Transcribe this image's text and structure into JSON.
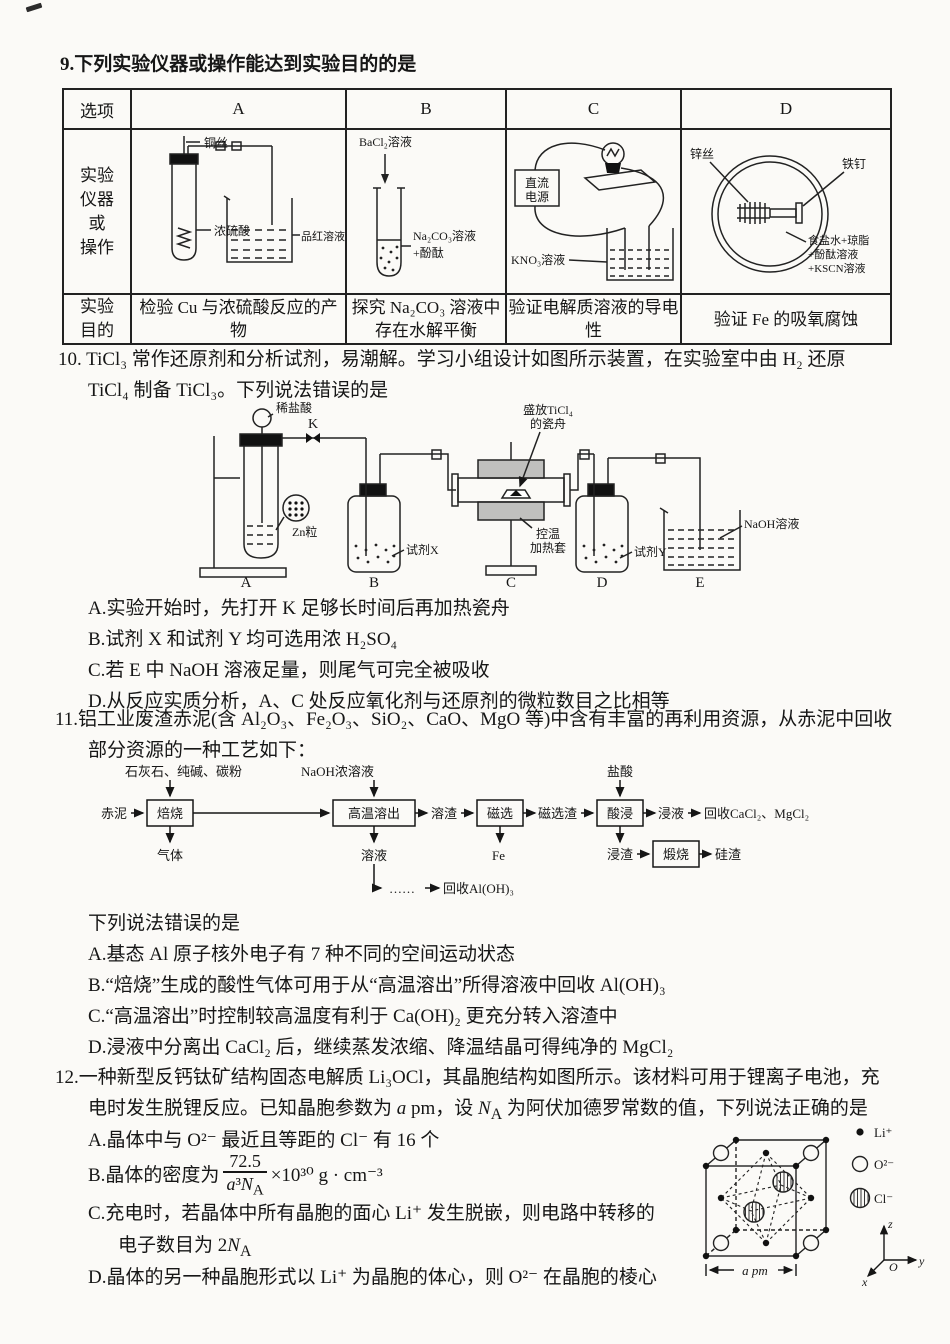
{
  "q9": {
    "title": "9.下列实验仪器或操作能达到实验目的的是",
    "header": {
      "sel": "选项",
      "a": "A",
      "b": "B",
      "c": "C",
      "d": "D"
    },
    "apparatus_label": [
      "实验",
      "仪器",
      "或",
      "操作"
    ],
    "purpose_label": [
      "实验",
      "目的"
    ],
    "purposes": {
      "a": "检验 Cu 与浓硫酸反应的产物",
      "b": "探究 Na₂CO₃ 溶液中存在水解平衡",
      "c": "验证电解质溶液的导电性",
      "d": "验证 Fe 的吸氧腐蚀"
    },
    "labels": {
      "a": {
        "copper_wire": "铜丝",
        "acid": "浓硫酸",
        "fuchsin": "品红溶液"
      },
      "b": {
        "drop": "BaCl₂溶液",
        "tube1": "Na₂CO₃溶液",
        "tube2": "+酚酞"
      },
      "c": {
        "power1": "直流",
        "power2": "电源",
        "solution": "KNO₃溶液"
      },
      "d": {
        "zinc": "锌丝",
        "nail": "铁钉",
        "m1": "食盐水+琼脂",
        "m2": "+酚酞溶液",
        "m3": "+KSCN溶液"
      }
    }
  },
  "q10": {
    "stem1": "10. TiCl₃ 常作还原剂和分析试剂，易潮解。学习小组设计如图所示装置，在实验室中由 H₂ 还原",
    "stem2": "TiCl₄ 制备 TiCl₃。下列说法错误的是",
    "diagram": {
      "dilute_acid": "稀盐酸",
      "valve": "K",
      "zinc": "Zn粒",
      "reagent_x": "试剂X",
      "boat1": "盛放TiCl₄",
      "boat2": "的瓷舟",
      "heater1": "控温",
      "heater2": "加热套",
      "reagent_y": "试剂Y",
      "naoh": "NaOH溶液",
      "letters": [
        "A",
        "B",
        "C",
        "D",
        "E"
      ]
    },
    "options": [
      "A.实验开始时，先打开 K 足够长时间后再加热瓷舟",
      "B.试剂 X 和试剂 Y 均可选用浓 H₂SO₄",
      "C.若 E 中 NaOH 溶液足量，则尾气可完全被吸收",
      "D.从反应实质分析，A、C 处反应氧化剂与还原剂的微粒数目之比相等"
    ]
  },
  "q11": {
    "stem1": "11.铝工业废渣赤泥(含 Al₂O₃、Fe₂O₃、SiO₂、CaO、MgO 等)中含有丰富的再利用资源，从赤泥中回收",
    "stem2": "部分资源的一种工艺如下：",
    "flow": {
      "top1": "石灰石、纯碱、碳粉",
      "top2": "NaOH浓溶液",
      "top3": "盐酸",
      "start": "赤泥",
      "box1": "焙烧",
      "box2": "高温溶出",
      "box3": "磁选",
      "box4": "酸浸",
      "box5": "煅烧",
      "mid1": "溶渣",
      "mid2": "磁选渣",
      "mid3": "浸液",
      "end": "回收CaCl₂、MgCl₂",
      "down1": "气体",
      "down2": "溶液",
      "down3": "Fe",
      "down4": "浸渣",
      "down5": "硅渣",
      "dots": "……",
      "recycle": "回收Al(OH)₃"
    },
    "question": "下列说法错误的是",
    "options": [
      "A.基态 Al 原子核外电子有 7 种不同的空间运动状态",
      "B.“焙烧”生成的酸性气体可用于从“高温溶出”所得溶液中回收 Al(OH)₃",
      "C.“高温溶出”时控制较高温度有利于 Ca(OH)₂ 更充分转入溶渣中",
      "D.浸液中分离出 CaCl₂ 后，继续蒸发浓缩、降温结晶可得纯净的 MgCl₂"
    ]
  },
  "q12": {
    "stem1": "12.一种新型反钙钛矿结构固态电解质 Li₃OCl，其晶胞结构如图所示。该材料可用于锂离子电池，充",
    "stem2_html": "电时发生脱锂反应。已知晶胞参数为 <i>a</i> pm，设 <i>N</i><sub>A</sub> 为阿伏加德罗常数的值，下列说法正确的是",
    "optA": "A.晶体中与 O²⁻ 最近且等距的 Cl⁻ 有 16 个",
    "optB_prefix": "B.晶体的密度为",
    "optB_num": "72.5",
    "optB_den_html": "<i>a</i>³<i>N</i><sub>A</sub>",
    "optB_suffix_html": "×10³⁰ g · cm⁻³",
    "optC1": "C.充电时，若晶体中所有晶胞的面心 Li⁺ 发生脱嵌，则电路中转移的",
    "optC2_html": "电子数目为 2<i>N</i><sub>A</sub>",
    "optD": "D.晶体的另一种晶胞形式以 Li⁺ 为晶胞的体心，则 O²⁻ 在晶胞的棱心",
    "crystal": {
      "legend_li": "Li⁺",
      "legend_o": "O²⁻",
      "legend_cl": "Cl⁻",
      "dim": "a pm",
      "ax_z": "z",
      "ax_y": "y",
      "ax_x": "x",
      "ax_o": "O"
    }
  }
}
